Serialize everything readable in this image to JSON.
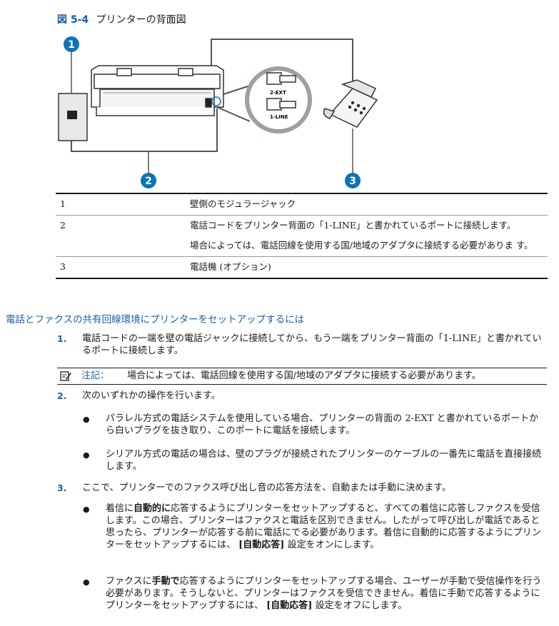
{
  "figure": {
    "number": "図 5-4",
    "caption": "プリンターの背面図",
    "callouts": [
      "1",
      "2",
      "3"
    ],
    "port_labels": [
      "2-EXT",
      "1-LINE"
    ]
  },
  "legend": [
    {
      "num": "1",
      "lines": [
        "壁側のモジュラージャック"
      ]
    },
    {
      "num": "2",
      "lines": [
        "電話コードをプリンター背面の「1-LINE」と書かれているポートに接続します。",
        "場合によっては、電話回線を使用する国/地域のアダプタに接続する必要がありま す。"
      ]
    },
    {
      "num": "3",
      "lines": [
        "電話機 (オプション)"
      ]
    }
  ],
  "section_title": "電話とファクスの共有回線環境にプリンターをセットアップするには",
  "steps": [
    {
      "num": "1.",
      "text": "電話コードの一端を壁の電話ジャックに接続してから、もう一端をプリンター背面の「1-LINE」と書かれているポートに接続します。"
    },
    {
      "num": "2.",
      "text": "次のいずれかの操作を行います。"
    },
    {
      "num": "3.",
      "text": "ここで、プリンターでのファクス呼び出し音の応答方法を、自動または手動に決めます。"
    }
  ],
  "note": {
    "label": "注記：",
    "text": "場合によっては、電話回線を使用する国/地域のアダプタに接続する必要があります。"
  },
  "step2_bullets": [
    "パラレル方式の電話システムを使用している場合、プリンターの背面の 2-EXT と書かれているポートから白いプラグを抜き取り、このポートに電話を接続します。",
    "シリアル方式の電話の場合は、壁のプラグが接続されたプリンターのケーブルの一番先に電話を直接接続します。"
  ],
  "step3_bullets": [
    {
      "a": "着信に",
      "b1": "自動的に",
      "c": "応答するようにプリンターをセットアップすると、すべての着信に応答しファクスを受信します。この場合、プリンターはファクスと電話を区別できません。したがって呼び出しが電話であると思ったら、プリンターが応答する前に電話にでる必要があります。着信に自動的に応答するようにプリンターをセットアップするには、",
      "b2": "[自動応答]",
      "d": "設定をオンにします。"
    },
    {
      "a": "ファクスに",
      "b1": "手動で",
      "c": "応答するようにプリンターをセットアップする場合、ユーザーが手動で受信操作を行う必要があります。そうしないと、プリンターはファクスを受信できません。着信に手動で応答するようにプリンターをセットアップするには、",
      "b2": "[自動応答]",
      "d": "設定をオフにします。"
    }
  ],
  "colors": {
    "accent": "#1a5fa8",
    "callout": "#0e73b5",
    "text": "#1a1a1a"
  }
}
